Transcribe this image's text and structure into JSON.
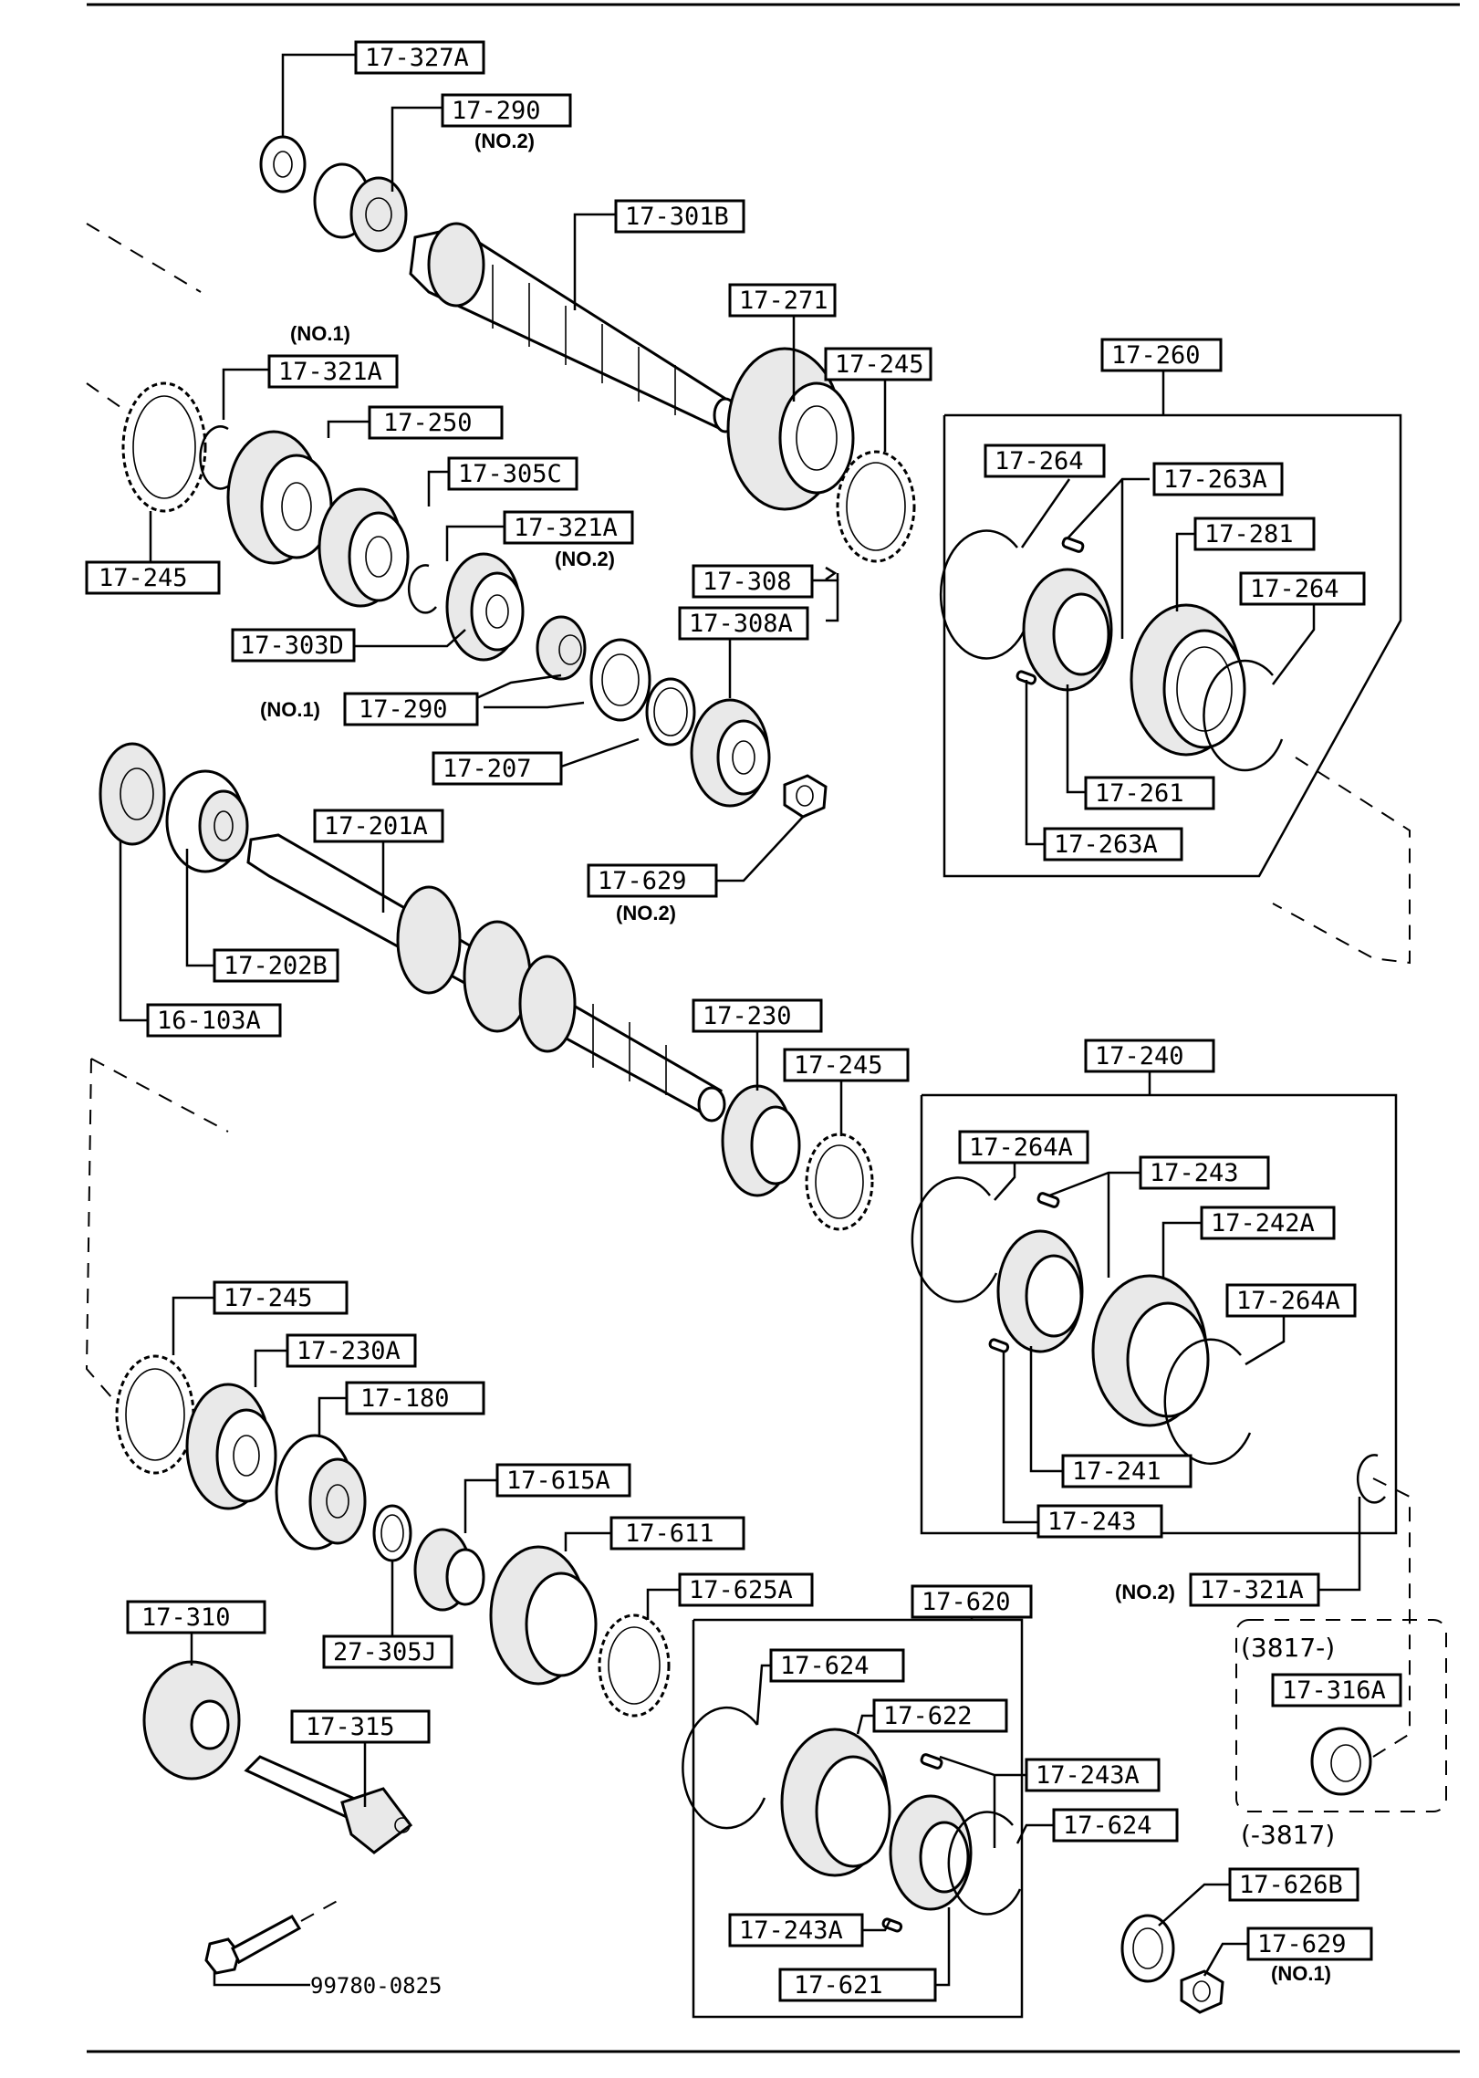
{
  "labels": {
    "l_327a": "17-327A",
    "l_290_top": "17-290",
    "l_301b": "17-301B",
    "l_271": "17-271",
    "l_245_a": "17-245",
    "l_260": "17-260",
    "l_321a_a": "17-321A",
    "l_250": "17-250",
    "l_305c": "17-305C",
    "l_321a_b": "17-321A",
    "l_245_b": "17-245",
    "l_303d": "17-303D",
    "l_308": "17-308",
    "l_308a": "17-308A",
    "l_290_mid": "17-290",
    "l_207": "17-207",
    "l_264_a": "17-264",
    "l_263a_a": "17-263A",
    "l_281": "17-281",
    "l_264_b": "17-264",
    "l_261": "17-261",
    "l_263a_b": "17-263A",
    "l_629_top": "17-629",
    "l_201a": "17-201A",
    "l_202b": "17-202B",
    "l_103a": "16-103A",
    "l_230": "17-230",
    "l_245_c": "17-245",
    "l_240": "17-240",
    "l_264a_a": "17-264A",
    "l_243_a": "17-243",
    "l_242a": "17-242A",
    "l_264a_b": "17-264A",
    "l_241": "17-241",
    "l_243_b": "17-243",
    "l_245_d": "17-245",
    "l_230a": "17-230A",
    "l_180": "17-180",
    "l_615a": "17-615A",
    "l_611": "17-611",
    "l_625a": "17-625A",
    "l_620": "17-620",
    "l_310": "17-310",
    "l_315": "17-315",
    "l_305j": "27-305J",
    "l_624_a": "17-624",
    "l_622": "17-622",
    "l_243a_a": "17-243A",
    "l_624_b": "17-624",
    "l_243a_b": "17-243A",
    "l_621": "17-621",
    "l_321a_c": "17-321A",
    "l_316a": "17-316A",
    "l_626b": "17-626B",
    "l_629_bot": "17-629"
  },
  "notes": {
    "n_290_no2": "(NO.2)",
    "n_321a_no1": "(NO.1)",
    "n_321a_no2": "(NO.2)",
    "n_290_no1": "(NO.1)",
    "n_629_no2": "(NO.2)",
    "n_321a_c_no2": "(NO.2)",
    "n_629_no1": "(NO.1)"
  },
  "ranges": {
    "from_3817": "(3817-)",
    "to_3817": "(-3817)"
  },
  "bolt_code": "99780-0825"
}
